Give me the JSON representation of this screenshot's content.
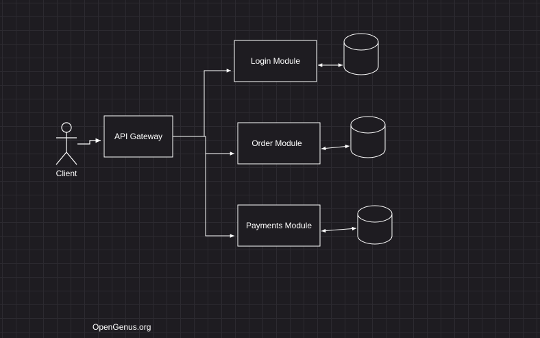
{
  "diagram": {
    "actor": {
      "label": "Client"
    },
    "gateway": {
      "label": "API Gateway"
    },
    "modules": [
      {
        "label": "Login Module"
      },
      {
        "label": "Order Module"
      },
      {
        "label": "Payments Module"
      }
    ]
  },
  "footer": {
    "text": "OpenGenus.org"
  },
  "colors": {
    "background": "#1e1c21",
    "grid": "#2c2a30",
    "stroke": "#ffffff",
    "text": "#ffffff"
  }
}
